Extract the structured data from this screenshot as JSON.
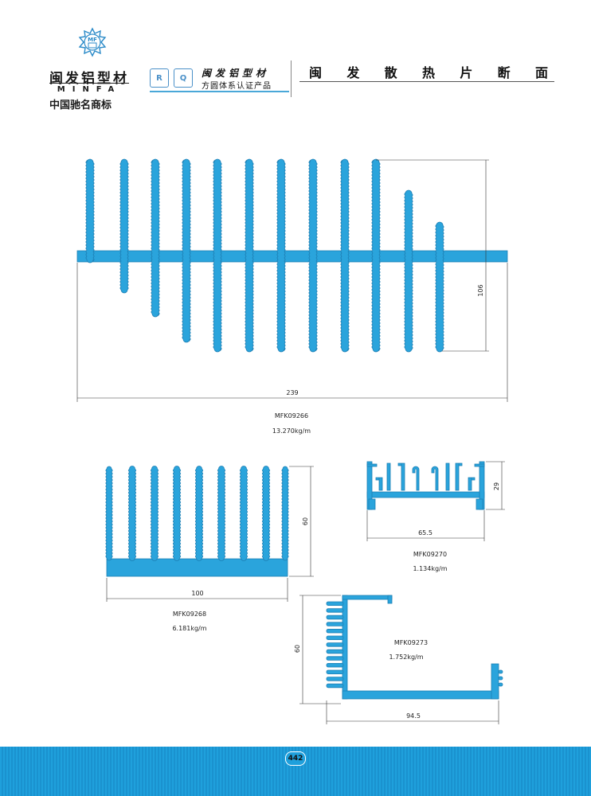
{
  "header": {
    "logo_letters": "MF",
    "brand_cn": "闽发铝型材",
    "brand_en": "MINFA",
    "slogan": "中国驰名商标",
    "cert_r": "R",
    "cert_q": "Q",
    "brand_cn_small": "闽发铝型材",
    "cert_text": "方圆体系认证产品",
    "page_title_chars": [
      "闽",
      "发",
      "散",
      "热",
      "片",
      "断",
      "面"
    ]
  },
  "profiles": [
    {
      "code": "MFK09266",
      "weight": "13.270kg/m",
      "width_dim": "239",
      "height_dim": "106"
    },
    {
      "code": "MFK09268",
      "weight": "6.181kg/m",
      "width_dim": "100",
      "height_dim": "60"
    },
    {
      "code": "MFK09270",
      "weight": "1.134kg/m",
      "width_dim": "65.5",
      "height_dim": "29"
    },
    {
      "code": "MFK09273",
      "weight": "1.752kg/m",
      "width_dim": "94.5",
      "height_dim": "60"
    }
  ],
  "footer": {
    "page_number": "442"
  },
  "colors": {
    "profile_fill": "#2aa4dc",
    "profile_edge": "#1d7fb4",
    "footer_band": "#1fa0dc"
  }
}
